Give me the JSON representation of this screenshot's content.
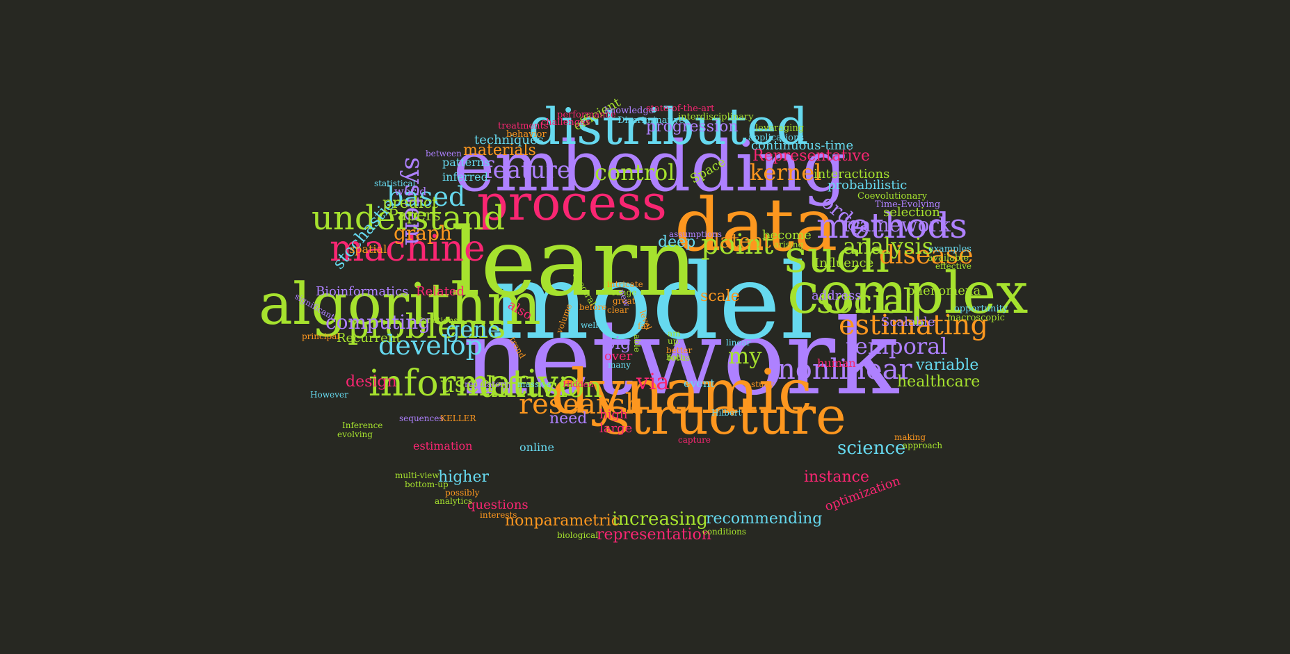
{
  "palette": {
    "background": "#272822",
    "green": "#a6e22e",
    "purple": "#ae81ff",
    "cyan": "#66d9ef",
    "orange": "#fd971f",
    "pink": "#f92672"
  },
  "words": [
    {
      "text": "network",
      "color": "#ae81ff"
    },
    {
      "text": "model",
      "color": "#66d9ef"
    },
    {
      "text": "learn",
      "color": "#a6e22e"
    },
    {
      "text": "embedding",
      "color": "#ae81ff"
    },
    {
      "text": "data",
      "color": "#fd971f"
    },
    {
      "text": "complex",
      "color": "#a6e22e"
    },
    {
      "text": "dynamic",
      "color": "#fd971f"
    },
    {
      "text": "algorithm",
      "color": "#a6e22e"
    },
    {
      "text": "distributed",
      "color": "#66d9ef"
    },
    {
      "text": "structure",
      "color": "#fd971f"
    },
    {
      "text": "process",
      "color": "#f92672"
    },
    {
      "text": "such",
      "color": "#a6e22e"
    },
    {
      "text": "informative",
      "color": "#a6e22e"
    },
    {
      "text": "machine",
      "color": "#f92672"
    },
    {
      "text": "methods",
      "color": "#ae81ff"
    },
    {
      "text": "understand",
      "color": "#a6e22e"
    },
    {
      "text": "problems",
      "color": "#a6e22e"
    },
    {
      "text": "social",
      "color": "#a6e22e"
    },
    {
      "text": "estimating",
      "color": "#fd971f"
    },
    {
      "text": "nonlinear",
      "color": "#ae81ff"
    },
    {
      "text": "system",
      "color": "#ae81ff"
    },
    {
      "text": "point",
      "color": "#a6e22e"
    },
    {
      "text": "diffusion",
      "color": "#a6e22e"
    },
    {
      "text": "research",
      "color": "#fd971f"
    },
    {
      "text": "develop",
      "color": "#66d9ef"
    },
    {
      "text": "disease",
      "color": "#fd971f"
    },
    {
      "text": "based",
      "color": "#66d9ef"
    },
    {
      "text": "feature",
      "color": "#ae81ff"
    },
    {
      "text": "control",
      "color": "#a6e22e"
    },
    {
      "text": "kernel",
      "color": "#fd971f"
    },
    {
      "text": "temporal",
      "color": "#ae81ff"
    },
    {
      "text": "analysis",
      "color": "#a6e22e"
    },
    {
      "text": "framework",
      "color": "#ae81ff"
    },
    {
      "text": "gene",
      "color": "#66d9ef"
    },
    {
      "text": "computing",
      "color": "#ae81ff"
    },
    {
      "text": "my",
      "color": "#a6e22e"
    },
    {
      "text": "via",
      "color": "#f92672"
    },
    {
      "text": "used",
      "color": "#a6e22e"
    },
    {
      "text": "latent",
      "color": "#fd971f"
    },
    {
      "text": "order",
      "color": "#ae81ff"
    },
    {
      "text": "increasing",
      "color": "#a6e22e"
    },
    {
      "text": "science",
      "color": "#66d9ef"
    },
    {
      "text": "graph",
      "color": "#fd971f"
    },
    {
      "text": "stochastic",
      "color": "#66d9ef"
    },
    {
      "text": "recommending",
      "color": "#66d9ef"
    },
    {
      "text": "nonparametric",
      "color": "#fd971f"
    },
    {
      "text": "representation",
      "color": "#f92672"
    },
    {
      "text": "progression",
      "color": "#ae81ff"
    },
    {
      "text": "Representative",
      "color": "#f92672"
    },
    {
      "text": "healthcare",
      "color": "#a6e22e"
    },
    {
      "text": "variable",
      "color": "#66d9ef"
    },
    {
      "text": "instance",
      "color": "#f92672"
    },
    {
      "text": "higher",
      "color": "#66d9ef"
    },
    {
      "text": "scale",
      "color": "#fd971f"
    },
    {
      "text": "deep",
      "color": "#66d9ef"
    },
    {
      "text": "need",
      "color": "#ae81ff"
    },
    {
      "text": "design",
      "color": "#f92672"
    },
    {
      "text": "materials",
      "color": "#fd971f"
    },
    {
      "text": "techniques",
      "color": "#66d9ef"
    },
    {
      "text": "continuous-time",
      "color": "#66d9ef"
    },
    {
      "text": "optimization",
      "color": "#f92672"
    },
    {
      "text": "predict",
      "color": "#a6e22e"
    },
    {
      "text": "Papers",
      "color": "#a6e22e"
    },
    {
      "text": "efficient",
      "color": "#a6e22e"
    },
    {
      "text": "Space",
      "color": "#a6e22e"
    },
    {
      "text": "interactions",
      "color": "#a6e22e"
    },
    {
      "text": "probabilistic",
      "color": "#66d9ef"
    },
    {
      "text": "selection",
      "color": "#a6e22e"
    },
    {
      "text": "phenomena",
      "color": "#a6e22e"
    },
    {
      "text": "Scalable",
      "color": "#ae81ff"
    },
    {
      "text": "address",
      "color": "#ae81ff"
    },
    {
      "text": "Influence",
      "color": "#a6e22e"
    },
    {
      "text": "become",
      "color": "#a6e22e"
    },
    {
      "text": "big",
      "color": "#ae81ff"
    },
    {
      "text": "over",
      "color": "#f92672"
    },
    {
      "text": "event",
      "color": "#66d9ef"
    },
    {
      "text": "high",
      "color": "#f92672"
    },
    {
      "text": "large",
      "color": "#f92672"
    },
    {
      "text": "online",
      "color": "#66d9ef"
    },
    {
      "text": "estimation",
      "color": "#f92672"
    },
    {
      "text": "questions",
      "color": "#f92672"
    },
    {
      "text": "also",
      "color": "#f92672"
    },
    {
      "text": "Related",
      "color": "#f92672"
    },
    {
      "text": "Bioinformatics",
      "color": "#ae81ff"
    },
    {
      "text": "Recurrent",
      "color": "#a6e22e"
    },
    {
      "text": "inferred",
      "color": "#66d9ef"
    },
    {
      "text": "patterns",
      "color": "#66d9ef"
    },
    {
      "text": "world",
      "color": "#ae81ff"
    },
    {
      "text": "spatial",
      "color": "#fd971f"
    },
    {
      "text": "human",
      "color": "#f92672"
    },
    {
      "text": "Discriminative",
      "color": "#66d9ef"
    },
    {
      "text": "knowledge",
      "color": "#ae81ff"
    },
    {
      "text": "state-of-the-art",
      "color": "#f92672"
    },
    {
      "text": "performance",
      "color": "#f92672"
    },
    {
      "text": "challenges",
      "color": "#f92672"
    },
    {
      "text": "treatments",
      "color": "#f92672"
    },
    {
      "text": "behavior",
      "color": "#fd971f"
    },
    {
      "text": "interdisciplinary",
      "color": "#a6e22e"
    },
    {
      "text": "leveraging",
      "color": "#a6e22e"
    },
    {
      "text": "applications",
      "color": "#66d9ef"
    },
    {
      "text": "Coevolutionary",
      "color": "#a6e22e"
    },
    {
      "text": "Time-Evolving",
      "color": "#ae81ff"
    },
    {
      "text": "examples",
      "color": "#66d9ef"
    },
    {
      "text": "available",
      "color": "#a6e22e"
    },
    {
      "text": "effective",
      "color": "#a6e22e"
    },
    {
      "text": "opportunity",
      "color": "#66d9ef"
    },
    {
      "text": "macroscopic",
      "color": "#a6e22e"
    },
    {
      "text": "between",
      "color": "#ae81ff"
    },
    {
      "text": "statistical",
      "color": "#66d9ef"
    },
    {
      "text": "significant",
      "color": "#ae81ff"
    },
    {
      "text": "principal",
      "color": "#fd971f"
    },
    {
      "text": "functions",
      "color": "#a6e22e"
    },
    {
      "text": "However",
      "color": "#66d9ef"
    },
    {
      "text": "sequences",
      "color": "#ae81ff"
    },
    {
      "text": "KELLER",
      "color": "#fd971f"
    },
    {
      "text": "Inference",
      "color": "#a6e22e"
    },
    {
      "text": "evolving",
      "color": "#a6e22e"
    },
    {
      "text": "regulatory",
      "color": "#ae81ff"
    },
    {
      "text": "massive",
      "color": "#66d9ef"
    },
    {
      "text": "Hidden",
      "color": "#f92672"
    },
    {
      "text": "study",
      "color": "#fd971f"
    },
    {
      "text": "Hilbert",
      "color": "#66d9ef"
    },
    {
      "text": "capture",
      "color": "#f92672"
    },
    {
      "text": "making",
      "color": "#fd971f"
    },
    {
      "text": "approach",
      "color": "#a6e22e"
    },
    {
      "text": "multi-view",
      "color": "#a6e22e"
    },
    {
      "text": "bottom-up",
      "color": "#a6e22e"
    },
    {
      "text": "possibly",
      "color": "#fd971f"
    },
    {
      "text": "analytics",
      "color": "#a6e22e"
    },
    {
      "text": "interests",
      "color": "#fd971f"
    },
    {
      "text": "biological",
      "color": "#a6e22e"
    },
    {
      "text": "conditions",
      "color": "#a6e22e"
    },
    {
      "text": "assumptions",
      "color": "#ae81ff"
    },
    {
      "text": "arising",
      "color": "#a6e22e"
    },
    {
      "text": "spectral",
      "color": "#a6e22e"
    },
    {
      "text": "intricate",
      "color": "#fd971f"
    },
    {
      "text": "range",
      "color": "#a6e22e"
    },
    {
      "text": "great",
      "color": "#fd971f"
    },
    {
      "text": "clear",
      "color": "#fd971f"
    },
    {
      "text": "before",
      "color": "#fd971f"
    },
    {
      "text": "well",
      "color": "#66d9ef"
    },
    {
      "text": "new",
      "color": "#ae81ff"
    },
    {
      "text": "level",
      "color": "#fd971f"
    },
    {
      "text": "far",
      "color": "#fd971f"
    },
    {
      "text": "able",
      "color": "#a6e22e"
    },
    {
      "text": "am",
      "color": "#a6e22e"
    },
    {
      "text": "up.",
      "color": "#a6e22e"
    },
    {
      "text": "better",
      "color": "#fd971f"
    },
    {
      "text": "both",
      "color": "#a6e22e"
    },
    {
      "text": "focus",
      "color": "#a6e22e"
    },
    {
      "text": "many",
      "color": "#66d9ef"
    },
    {
      "text": "linear",
      "color": "#66d9ef"
    },
    {
      "text": "trend",
      "color": "#fd971f"
    },
    {
      "text": "volume",
      "color": "#fd971f"
    },
    {
      "text": "simple",
      "color": "#f92672"
    }
  ]
}
